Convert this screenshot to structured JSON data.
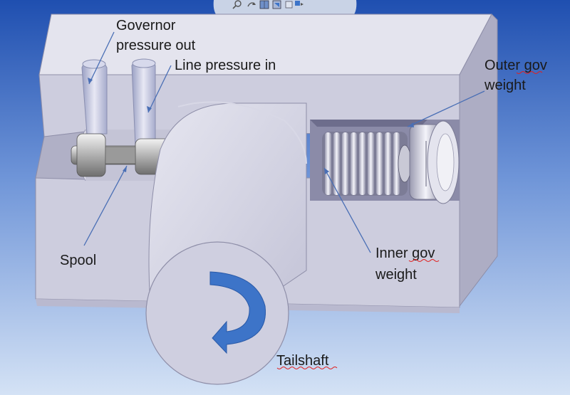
{
  "diagram": {
    "labels": {
      "governor_line1": "Governor",
      "governor_line2": "pressure out",
      "line_pressure": "Line pressure in",
      "outer_line1": "Outer gov",
      "outer_line2": "weight",
      "spool": "Spool",
      "inner_line1": "Inner gov",
      "inner_line2": "weight",
      "tailshaft": "Tailshaft"
    },
    "rotation_indicator": "curved-arrow",
    "colors": {
      "background_top": "#1f4fb0",
      "background_bottom": "#c9dcf3",
      "housing": "#cdcdde",
      "leader_lines": "#4a6fb5",
      "arrow": "#3d74c8"
    }
  },
  "toolbar": {
    "icons": [
      "zoom-icon",
      "rotate-icon",
      "view-cube-icon",
      "section-view-icon",
      "display-style-icon"
    ]
  }
}
